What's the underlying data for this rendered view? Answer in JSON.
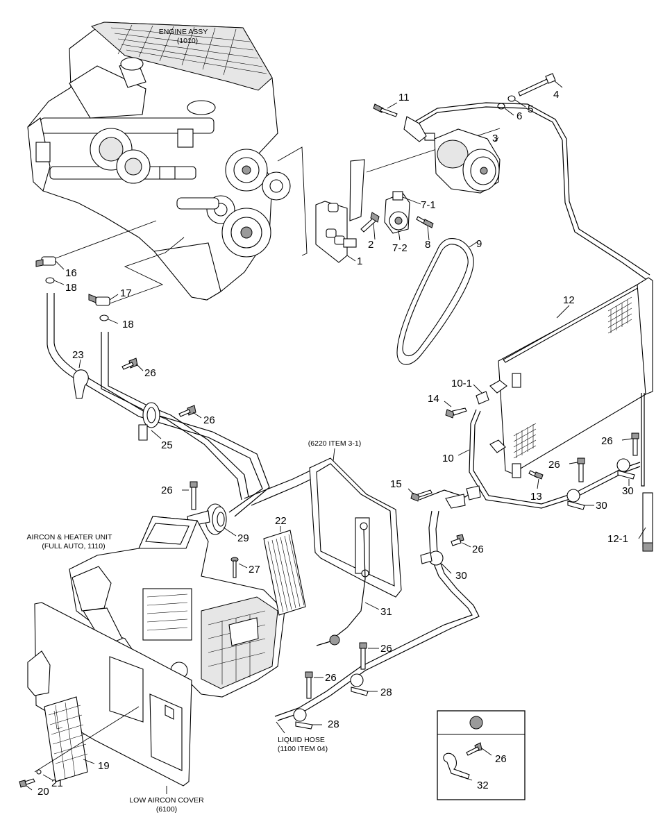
{
  "labels": {
    "engine_assy": "ENGINE ASSY",
    "engine_ref": "(1010)",
    "aircon_unit": "AIRCON & HEATER UNIT",
    "aircon_ref": "(FULL AUTO, 1110)",
    "item_6220": "(6220 ITEM 3-1)",
    "liquid_hose": "LIQUID HOSE",
    "liquid_hose_ref": "(1100 ITEM 04)",
    "low_cover": "LOW AIRCON COVER",
    "low_cover_ref": "(6100)"
  },
  "callouts": [
    "1",
    "2",
    "3",
    "4",
    "5",
    "6",
    "7-1",
    "7-2",
    "8",
    "9",
    "10",
    "10-1",
    "11",
    "12",
    "12-1",
    "13",
    "14",
    "15",
    "16",
    "17",
    "18",
    "18",
    "19",
    "20",
    "21",
    "22",
    "23",
    "25",
    "26",
    "26",
    "26",
    "26",
    "26",
    "26",
    "26",
    "26",
    "27",
    "28",
    "28",
    "29",
    "30",
    "30",
    "30",
    "31",
    "32"
  ]
}
